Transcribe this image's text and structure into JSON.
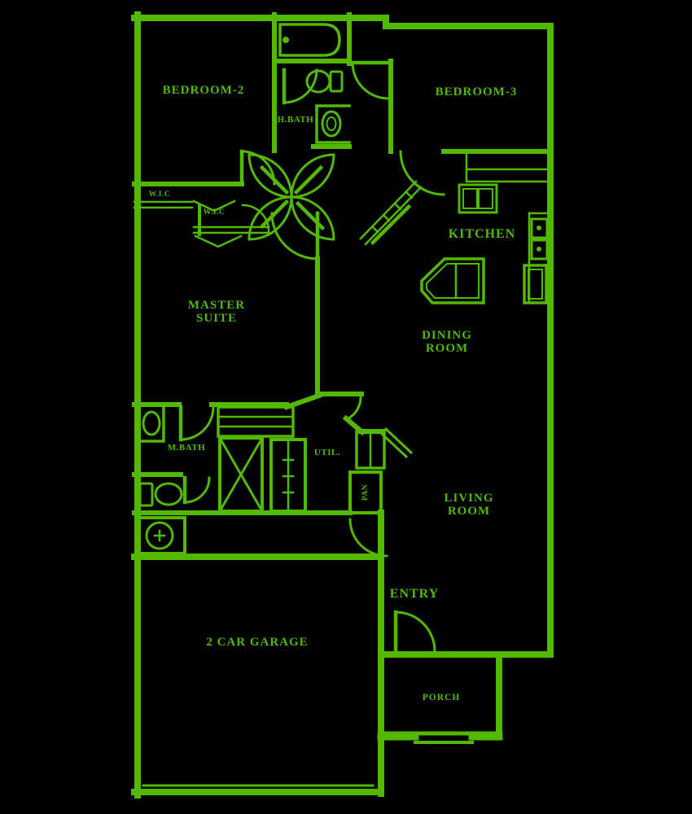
{
  "drawing": {
    "type": "residential-floor-plan",
    "line_color": "#52B800",
    "background_color": "#000000"
  },
  "rooms": {
    "bedroom2": "BEDROOM-2",
    "bedroom3": "BEDROOM-3",
    "hall_bath": "H.BATH",
    "wic_upper": "W.I.C",
    "wic_lower": "W.I.C",
    "master_suite": "MASTER\nSUITE",
    "kitchen": "KITCHEN",
    "dining_room": "DINING\nROOM",
    "master_bath": "M.BATH",
    "utility": "UTIL.",
    "pantry": "PAN",
    "living_room": "LIVING\nROOM",
    "entry": "ENTRY",
    "garage": "2 CAR GARAGE",
    "porch": "PORCH"
  }
}
